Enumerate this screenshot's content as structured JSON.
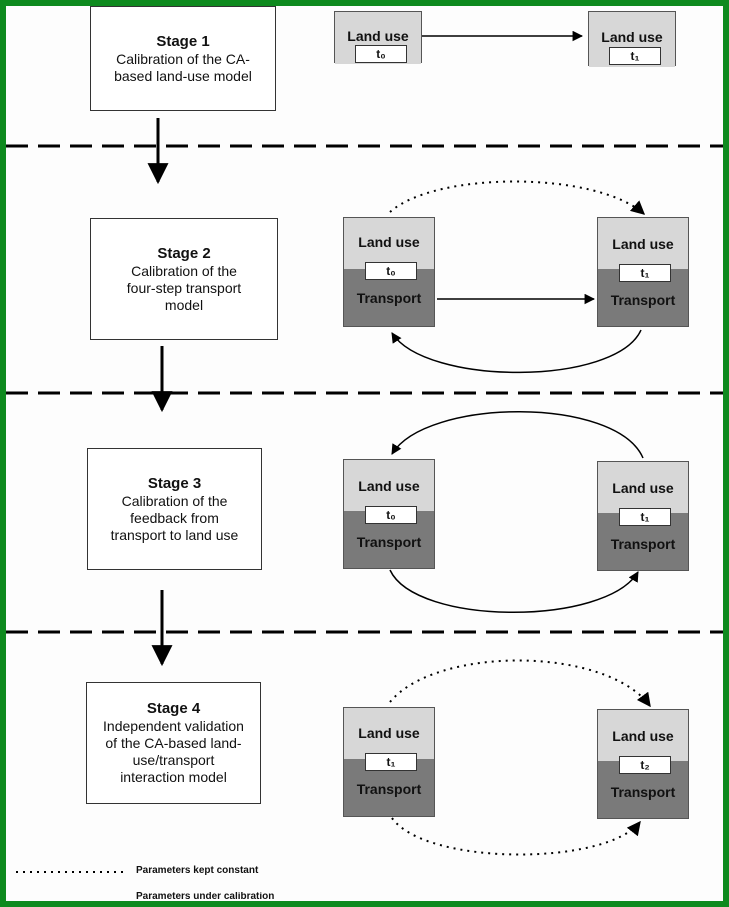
{
  "stages": [
    {
      "title": "Stage 1",
      "desc": [
        "Calibration of the CA-",
        "based land-use model"
      ]
    },
    {
      "title": "Stage 2",
      "desc": [
        "Calibration of the",
        "four-step transport",
        "model"
      ]
    },
    {
      "title": "Stage 3",
      "desc": [
        "Calibration of the",
        "feedback from",
        "transport to land use"
      ]
    },
    {
      "title": "Stage 4",
      "desc": [
        "Independent validation",
        "of the CA-based land-",
        "use/transport",
        "interaction model"
      ]
    }
  ],
  "labels": {
    "land_use": "Land use",
    "transport": "Transport"
  },
  "time": {
    "t0": "t₀",
    "t1": "t₁",
    "t2": "t₂"
  },
  "legend": {
    "constant": "Parameters kept constant",
    "calibration": "Parameters under calibration"
  },
  "colors": {
    "frame": "#0e8a1e",
    "land_use_fill": "#d7d7d7",
    "transport_fill": "#7a7a7a"
  }
}
